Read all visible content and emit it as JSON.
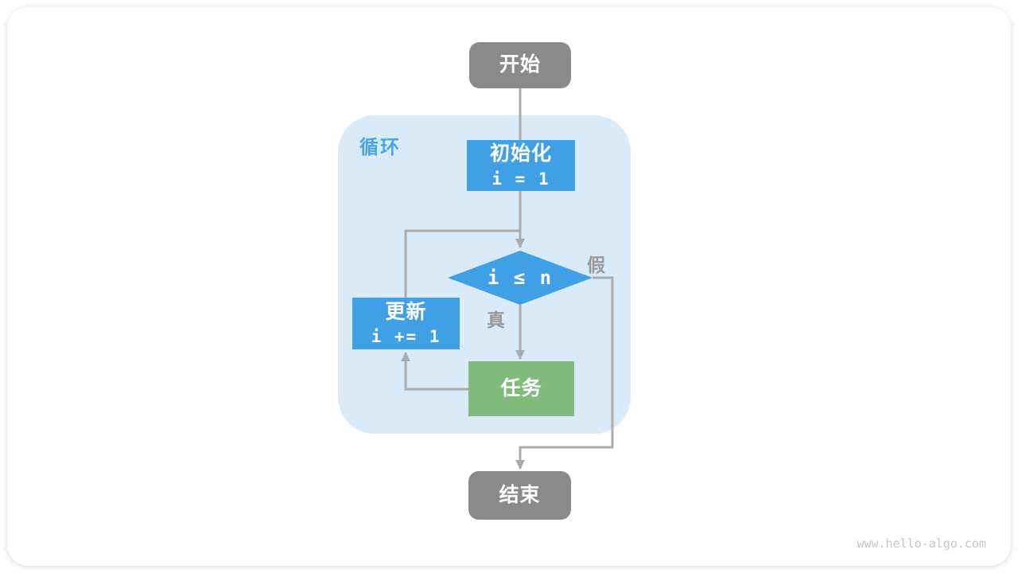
{
  "diagram": {
    "nodes": {
      "start": {
        "label": "开始"
      },
      "init": {
        "title": "初始化",
        "code": "i = 1"
      },
      "condition": {
        "code": "i ≤ n"
      },
      "update": {
        "title": "更新",
        "code": "i += 1"
      },
      "task": {
        "label": "任务"
      },
      "end": {
        "label": "结束"
      }
    },
    "labels": {
      "loop": "循环",
      "branch_true": "真",
      "branch_false": "假"
    },
    "watermark": "www.hello-algo.com",
    "colors": {
      "node_blue": "#3FA0E5",
      "node_green": "#81BB7C",
      "node_gray": "#8A8A8A",
      "loop_container_fill": "#D9EAF8",
      "loop_label_blue": "#47A5E8",
      "connector_gray": "#ABABAB",
      "branch_label_gray": "#9A9A9A",
      "watermark_gray": "#C6C6C6"
    }
  }
}
